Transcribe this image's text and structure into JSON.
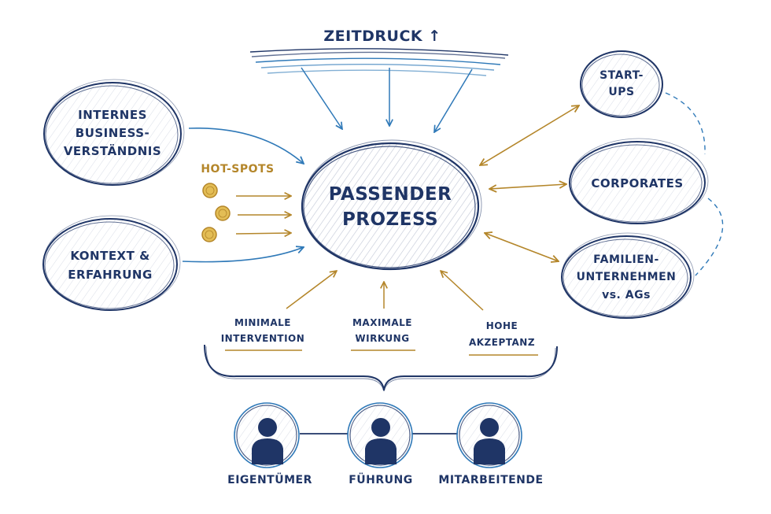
{
  "colors": {
    "navy": "#1f3566",
    "blue": "#2f79b8",
    "gold": "#b4862a",
    "hatch": "#8b96b3"
  },
  "top_label": "ZEITDRUCK ↑",
  "center": {
    "line1": "PASSENDER",
    "line2": "PROZESS"
  },
  "left_nodes": {
    "business": {
      "line1": "INTERNES",
      "line2": "BUSINESS-",
      "line3": "VERSTÄNDNIS"
    },
    "context": {
      "line1": "KONTEXT &",
      "line2": "ERFAHRUNG"
    }
  },
  "hotspots": {
    "label": "HOT-SPOTS",
    "dot_icon": "gold-dot-icon",
    "count": 3
  },
  "right_nodes": {
    "startups": {
      "line1": "START-",
      "line2": "UPS"
    },
    "corporates": {
      "line1": "CORPORATES"
    },
    "familien": {
      "line1": "FAMILIEN-",
      "line2": "UNTERNEHMEN",
      "line3": "vs. AGs"
    }
  },
  "criteria": [
    {
      "line1": "MINIMALE",
      "line2": "INTERVENTION"
    },
    {
      "line1": "MAXIMALE",
      "line2": "WIRKUNG"
    },
    {
      "line1": "HOHE",
      "line2": "AKZEPTANZ"
    }
  ],
  "people": [
    {
      "label": "EIGENTÜMER",
      "icon": "person-icon"
    },
    {
      "label": "FÜHRUNG",
      "icon": "person-icon"
    },
    {
      "label": "MITARBEITENDE",
      "icon": "person-icon"
    }
  ]
}
